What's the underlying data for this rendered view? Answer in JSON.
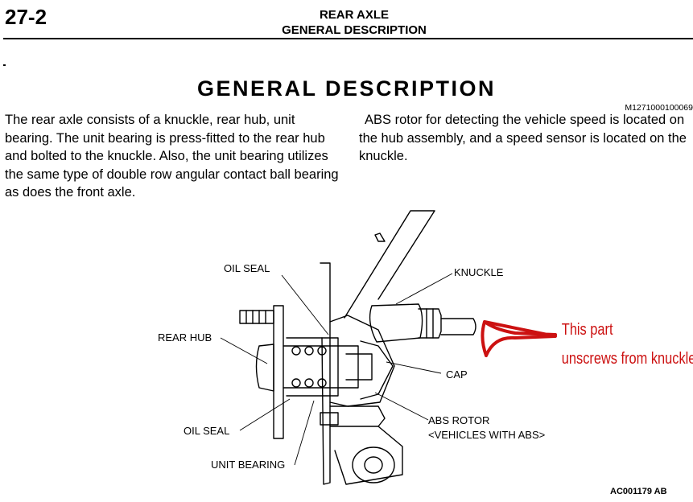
{
  "header": {
    "page_number": "27-2",
    "title_line1": "REAR AXLE",
    "title_line2": "GENERAL DESCRIPTION"
  },
  "section": {
    "title": "GENERAL DESCRIPTION",
    "doc_id": "M1271000100069"
  },
  "body": {
    "left_text": "The rear axle consists of a knuckle, rear hub, unit bearing. The unit bearing is press-fitted to the rear hub and bolted to the knuckle. Also, the unit bearing utilizes the same type of double row angular contact ball bearing as does the front axle.",
    "right_text": "ABS rotor for detecting the vehicle speed is located on the hub assembly, and a speed sensor is located on the knuckle."
  },
  "figure": {
    "labels": {
      "oil_seal_top": "OIL SEAL",
      "knuckle": "KNUCKLE",
      "rear_hub": "REAR HUB",
      "cap": "CAP",
      "oil_seal_bottom": "OIL SEAL",
      "abs_rotor": "ABS ROTOR",
      "abs_rotor_note": "<VEHICLES WITH ABS>",
      "unit_bearing": "UNIT BEARING"
    },
    "annotation_line1": "This part",
    "annotation_line2": "unscrews from knuckle",
    "figure_id": "AC001179 AB",
    "annotation_color": "#cc1111"
  }
}
